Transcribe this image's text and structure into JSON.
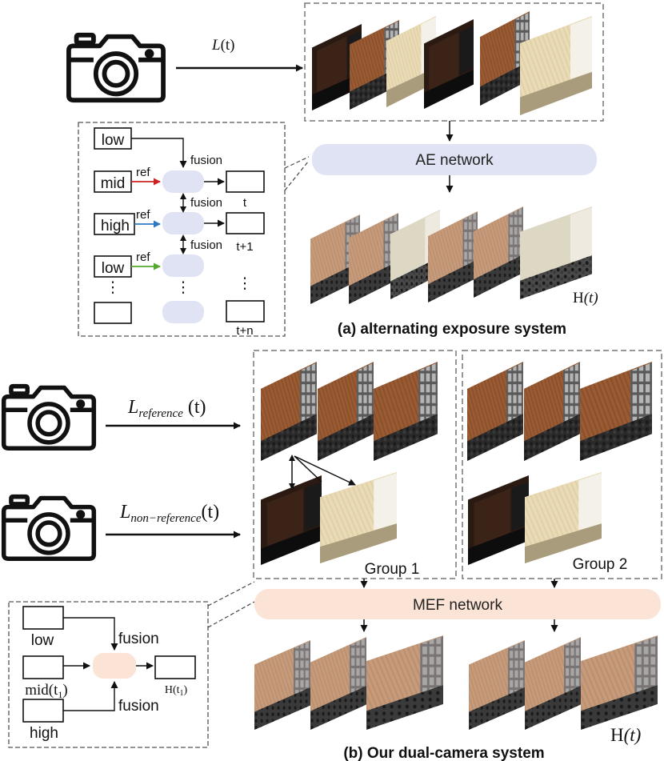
{
  "top": {
    "signal_label": {
      "main": "L",
      "arg": "(t)"
    },
    "network_label": "AE network",
    "output_label": {
      "main": "H",
      "arg": "(t)"
    },
    "caption": "(a) alternating exposure system",
    "inset": {
      "inputs": [
        "low",
        "mid",
        "high",
        "low"
      ],
      "ref_label": "ref",
      "fusion_label": "fusion",
      "outputs": [
        "t",
        "t+1",
        "t+n"
      ],
      "dots": "⋮"
    }
  },
  "bottom": {
    "camera_labels": [
      {
        "main": "L",
        "sub": "reference",
        "arg": "(t)"
      },
      {
        "main": "L",
        "sub": "non−reference",
        "arg": "(t)"
      }
    ],
    "groups": [
      "Group 1",
      "Group 2"
    ],
    "network_label": "MEF network",
    "output_label": {
      "main": "H",
      "arg": "(t)"
    },
    "caption": "(b) Our dual-camera system",
    "inset": {
      "inputs": [
        {
          "main": "low"
        },
        {
          "main": "mid(t",
          "sub": "1",
          "tail": ")"
        },
        {
          "main": "high"
        }
      ],
      "fusion_label": "fusion",
      "output": {
        "main": "H(t",
        "sub": "1",
        "tail": ")"
      }
    }
  },
  "colors": {
    "ae_pill": "#dfe3f3",
    "mef_pill": "#fbe4d6",
    "ref_red": "#cc2222",
    "ref_blue": "#2f78c4",
    "ref_green": "#54a832"
  },
  "icons": [
    "camera-icon",
    "video-frame-thumbnail"
  ]
}
